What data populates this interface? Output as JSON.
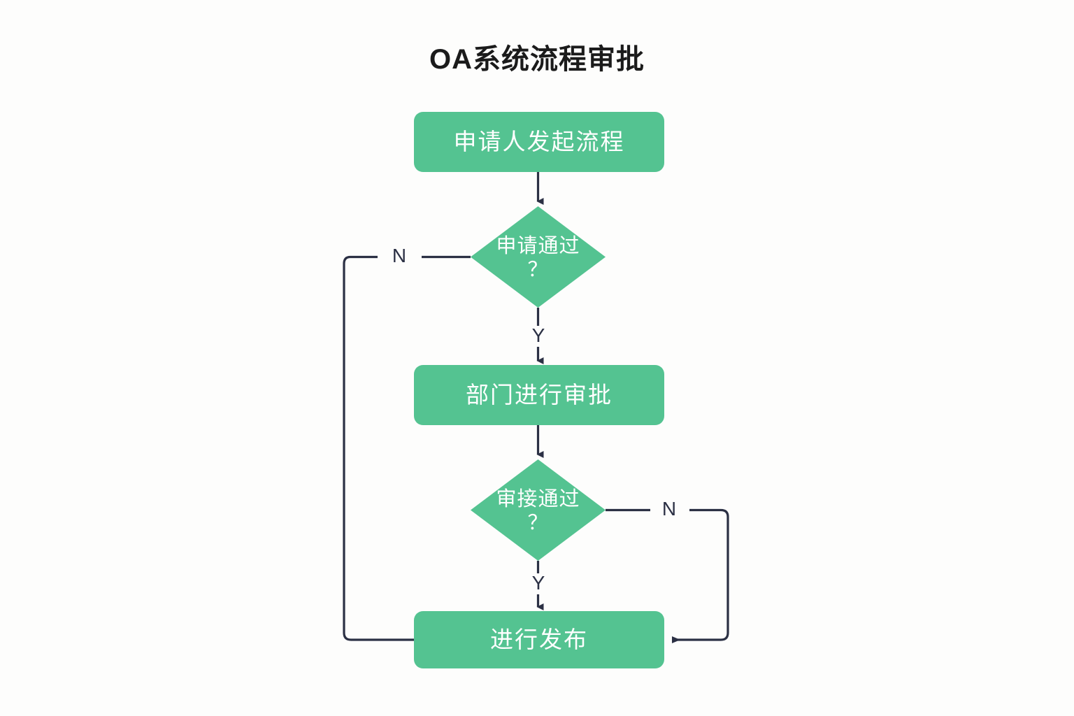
{
  "diagram": {
    "title": "OA系统流程审批",
    "type": "flowchart",
    "colors": {
      "background": "#fdfdfc",
      "node_fill": "#54c391",
      "node_text": "#ffffff",
      "connector": "#2b3044",
      "title_text": "#1b1b1b"
    },
    "nodes": [
      {
        "id": "start",
        "shape": "rounded-rect",
        "label": "申请人发起流程"
      },
      {
        "id": "dec1",
        "shape": "diamond",
        "label": "申请通过\n？"
      },
      {
        "id": "approve",
        "shape": "rounded-rect",
        "label": "部门进行审批"
      },
      {
        "id": "dec2",
        "shape": "diamond",
        "label": "审接通过\n？"
      },
      {
        "id": "publish",
        "shape": "rounded-rect",
        "label": "进行发布"
      }
    ],
    "edges": [
      {
        "id": "e1",
        "from": "start",
        "to": "dec1",
        "label": "",
        "arrow": true
      },
      {
        "id": "e2",
        "from": "dec1",
        "to": "approve",
        "label": "Y",
        "arrow": true
      },
      {
        "id": "e3",
        "from": "dec1",
        "to": "publish",
        "label": "N",
        "arrow": false
      },
      {
        "id": "e4",
        "from": "approve",
        "to": "dec2",
        "label": "",
        "arrow": true
      },
      {
        "id": "e5",
        "from": "dec2",
        "to": "publish",
        "label": "Y",
        "arrow": true
      },
      {
        "id": "e6",
        "from": "dec2",
        "to": "publish",
        "label": "N",
        "arrow": true
      }
    ]
  }
}
